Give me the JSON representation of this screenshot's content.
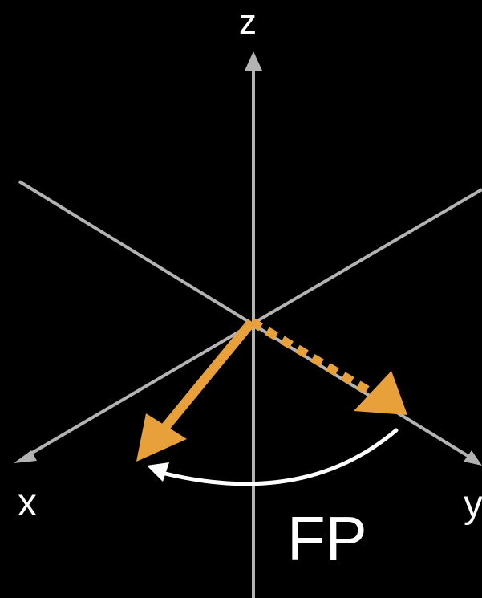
{
  "axes": {
    "z_label": "z",
    "x_label": "x",
    "y_label": "y"
  },
  "operation_label": "FP",
  "colors": {
    "background": "#000000",
    "axis": "#b3b3b3",
    "vector": "#e8a13a",
    "rotation_arrow": "#ffffff",
    "text": "#ffffff"
  }
}
